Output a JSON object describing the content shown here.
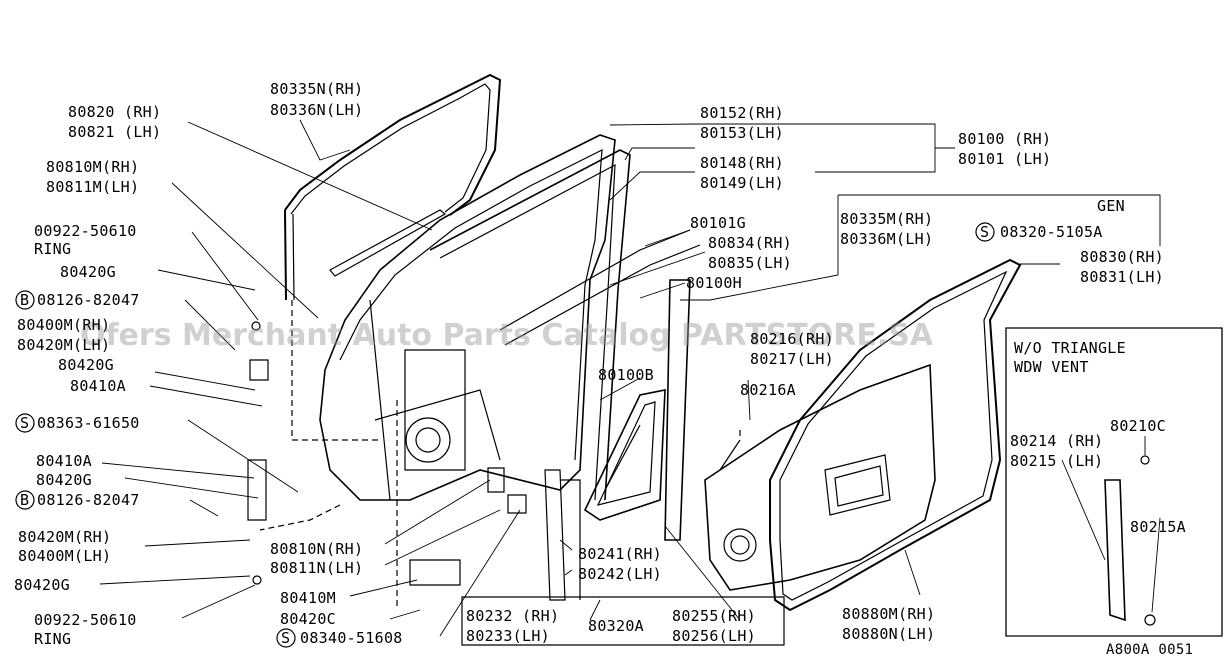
{
  "watermark": "Ofers Merchant Auto Parts Catalog PARTSTORE.SA",
  "diagram_id": "A800A 0051",
  "labels": {
    "l80335n": "80335N(RH)",
    "l80336n": "80336N(LH)",
    "l80820": "80820 (RH)",
    "l80821": "80821 (LH)",
    "l80810m": "80810M(RH)",
    "l80811m": "80811M(LH)",
    "l00922a": "00922-50610",
    "ring_a": "RING",
    "l80420g_a": "80420G",
    "l08126a": "08126-82047",
    "l80400m": "80400M(RH)",
    "l80420m": "80420M(LH)",
    "l80420g_b": "80420G",
    "l80410a_a": "80410A",
    "l08363": "08363-61650",
    "l80410a_b": "80410A",
    "l80420g_c": "80420G",
    "l08126b": "08126-82047",
    "l80420m_rh": "80420M(RH)",
    "l80400m_lh": "80400M(LH)",
    "l80420g_d": "80420G",
    "l00922b": "00922-50610",
    "ring_b": "RING",
    "l80810n": "80810N(RH)",
    "l80811n": "80811N(LH)",
    "l80410m": "80410M",
    "l80420c": "80420C",
    "l08340": "08340-51608",
    "l80152": "80152(RH)",
    "l80153": "80153(LH)",
    "l80148": "80148(RH)",
    "l80149": "80149(LH)",
    "l80100": "80100 (RH)",
    "l80101": "80101 (LH)",
    "l80101g": "80101G",
    "l80834": "80834(RH)",
    "l80835": "80835(LH)",
    "l80100h": "80100H",
    "l80335m": "80335M(RH)",
    "l80336m": "80336M(LH)",
    "gen": "GEN",
    "l08320": "08320-5105A",
    "l80830": "80830(RH)",
    "l80831": "80831(LH)",
    "l80216": "80216(RH)",
    "l80217": "80217(LH)",
    "l80216a": "80216A",
    "l80100b": "80100B",
    "l80241": "80241(RH)",
    "l80242": "80242(LH)",
    "l80232": "80232 (RH)",
    "l80233": "80233(LH)",
    "l80320a": "80320A",
    "l80255": "80255(RH)",
    "l80256": "80256(LH)",
    "l80880m": "80880M(RH)",
    "l80880n": "80880N(LH)",
    "inset_title1": "W/O TRIANGLE",
    "inset_title2": "WDW VENT",
    "l80214": "80214 (RH)",
    "l80215": "80215 (LH)",
    "l80210c": "80210C",
    "l80215a": "80215A",
    "circle_b": "B",
    "circle_s": "S"
  }
}
